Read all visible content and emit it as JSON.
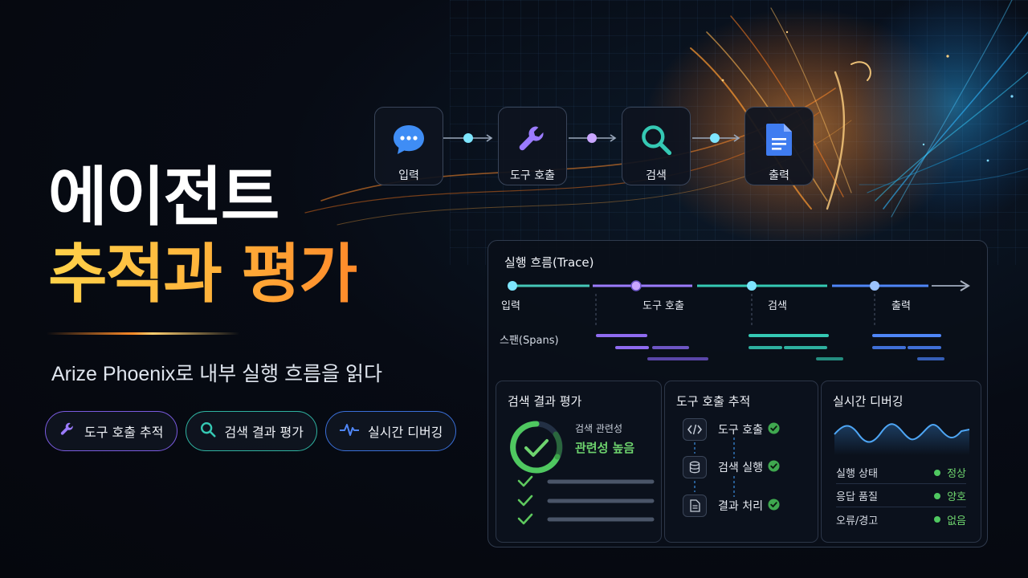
{
  "hero": {
    "title_line1": "에이전트",
    "title_line2": "추적과 평가",
    "subtitle": "Arize Phoenix로 내부 실행 흐름을 읽다"
  },
  "pills": [
    {
      "label": "도구 호출 추적",
      "icon": "wrench-icon",
      "color": "#7a5be0"
    },
    {
      "label": "검색 결과 평가",
      "icon": "search-icon",
      "color": "#2fb3a1"
    },
    {
      "label": "실시간 디버깅",
      "icon": "pulse-icon",
      "color": "#3a6fd8"
    }
  ],
  "flow": {
    "nodes": [
      {
        "label": "입력",
        "icon": "chat-bubble-icon"
      },
      {
        "label": "도구 호출",
        "icon": "wrench-icon"
      },
      {
        "label": "검색",
        "icon": "search-icon"
      },
      {
        "label": "출력",
        "icon": "document-icon"
      }
    ]
  },
  "trace": {
    "title": "실행 흐름(Trace)",
    "stages": [
      "입력",
      "도구 호출",
      "검색",
      "출력"
    ],
    "spans_label": "스팬(Spans)"
  },
  "eval_card": {
    "title": "검색 결과 평가",
    "metric_label": "검색 관련성",
    "metric_value": "관련성 높음",
    "checked_items": 3
  },
  "tool_card": {
    "title": "도구 호출 추적",
    "steps": [
      {
        "label": "도구 호출",
        "icon": "code-icon"
      },
      {
        "label": "검색 실행",
        "icon": "database-icon"
      },
      {
        "label": "결과 처리",
        "icon": "file-icon"
      }
    ]
  },
  "debug_card": {
    "title": "실시간 디버깅",
    "rows": [
      {
        "key": "실행 상태",
        "value": "정상"
      },
      {
        "key": "응답 품질",
        "value": "양호"
      },
      {
        "key": "오류/경고",
        "value": "없음"
      }
    ]
  },
  "colors": {
    "accent_orange": "#ff8c28",
    "accent_yellow": "#ffd24a",
    "purple": "#9b7bff",
    "teal": "#35c9b4",
    "blue": "#4f86f7",
    "ok_green": "#4fc860"
  }
}
